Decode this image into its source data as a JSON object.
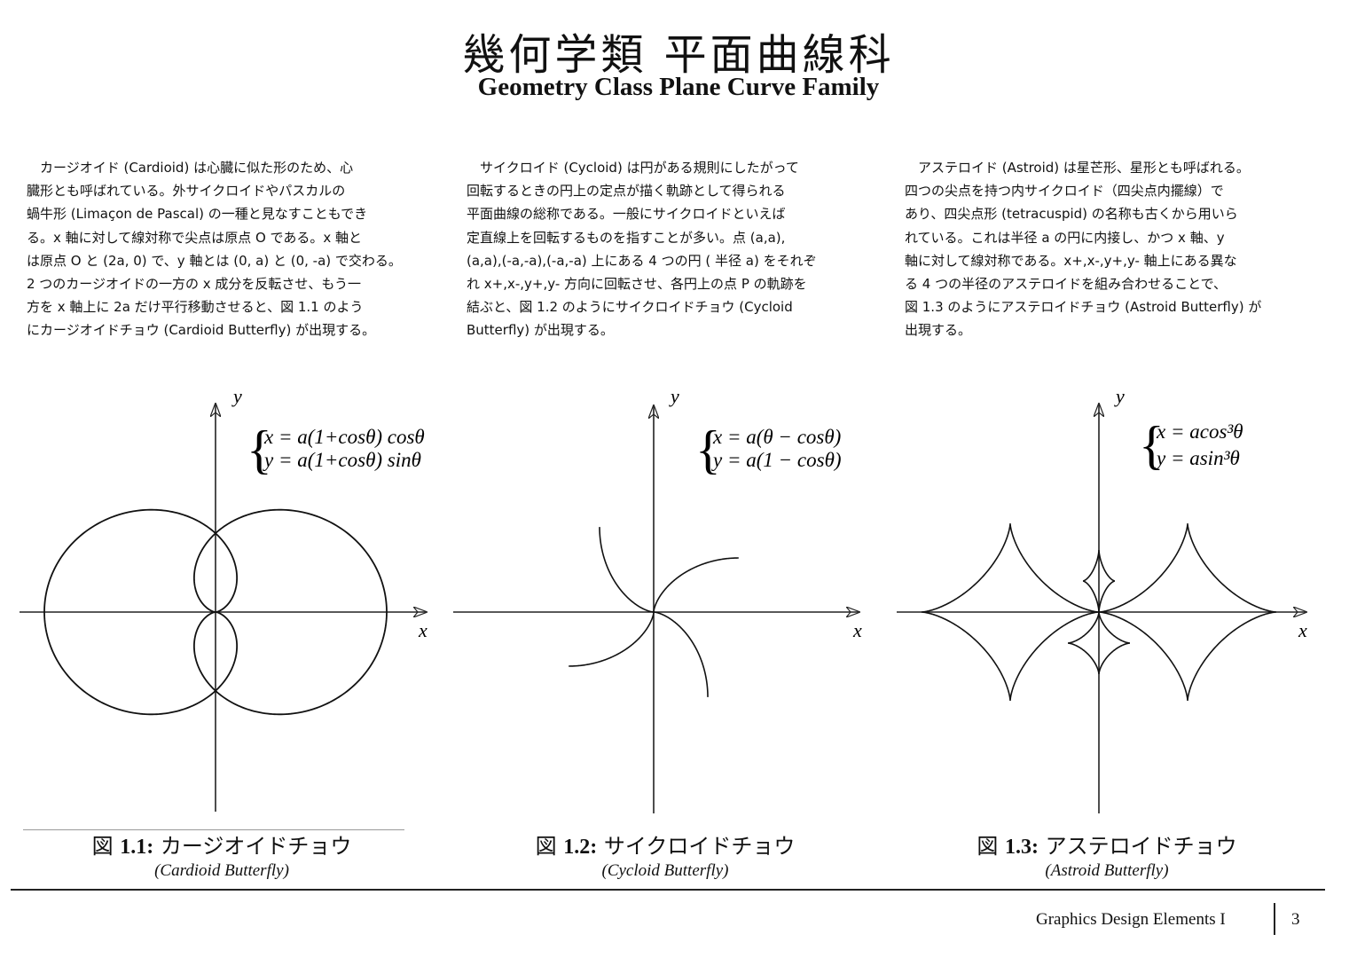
{
  "header": {
    "title_jp": "幾何学類 平面曲線科",
    "title_en": "Geometry Class Plane Curve Family"
  },
  "paragraphs": {
    "cardioid": "　カージオイド (Cardioid) は心臓に似た形のため、心\n臓形とも呼ばれている。外サイクロイドやパスカルの\n蝸牛形 (Limaçon de Pascal) の一種と見なすこともでき\nる。x 軸に対して線対称で尖点は原点 O である。x 軸と\nは原点 O と (2a, 0) で、y 軸とは (0, a) と (0, -a) で交わる。\n2 つのカージオイドの一方の x 成分を反転させ、もう一\n方を x 軸上に 2a だけ平行移動させると、図 1.1 のよう\nにカージオイドチョウ (Cardioid Butterfly) が出現する。",
    "cycloid": "　サイクロイド (Cycloid) は円がある規則にしたがって\n回転するときの円上の定点が描く軌跡として得られる\n平面曲線の総称である。一般にサイクロイドといえば\n定直線上を回転するものを指すことが多い。点 (a,a),\n(a,a),(-a,-a),(-a,-a) 上にある 4 つの円 ( 半径 a) をそれぞ\nれ x+,x-,y+,y- 方向に回転させ、各円上の点 P の軌跡を\n結ぶと、図 1.2 のようにサイクロイドチョウ (Cycloid\nButterfly) が出現する。",
    "astroid": "　アステロイド (Astroid) は星芒形、星形とも呼ばれる。\n四つの尖点を持つ内サイクロイド（四尖点内擺線）で\nあり、四尖点形 (tetracuspid) の名称も古くから用いら\nれている。これは半径 a の円に内接し、かつ x 軸、y\n軸に対して線対称である。x+,x-,y+,y- 軸上にある異な\nる 4 つの半径のアステロイドを組み合わせることで、\n図 1.3 のようにアステロイドチョウ (Astroid Butterfly) が\n出現する。"
  },
  "figures": [
    {
      "axis_x": "x",
      "axis_y": "y",
      "eq1": "x = a(1+cosθ) cosθ",
      "eq2": "y = a(1+cosθ) sinθ",
      "caption_prefix": "図",
      "caption_num": "1.1:",
      "caption_jp": "カージオイドチョウ",
      "caption_en": "(Cardioid Butterfly)"
    },
    {
      "axis_x": "x",
      "axis_y": "y",
      "eq1": "x = a(θ − cosθ)",
      "eq2": "y = a(1 − cosθ)",
      "caption_prefix": "図",
      "caption_num": "1.2:",
      "caption_jp": "サイクロイドチョウ",
      "caption_en": "(Cycloid Butterfly)"
    },
    {
      "axis_x": "x",
      "axis_y": "y",
      "eq1": "x = acos³θ",
      "eq2": "y = asin³θ",
      "caption_prefix": "図",
      "caption_num": "1.3:",
      "caption_jp": "アステロイドチョウ",
      "caption_en": "(Astroid Butterfly)"
    }
  ],
  "footer": {
    "book": "Graphics Design Elements I",
    "page": "3"
  }
}
